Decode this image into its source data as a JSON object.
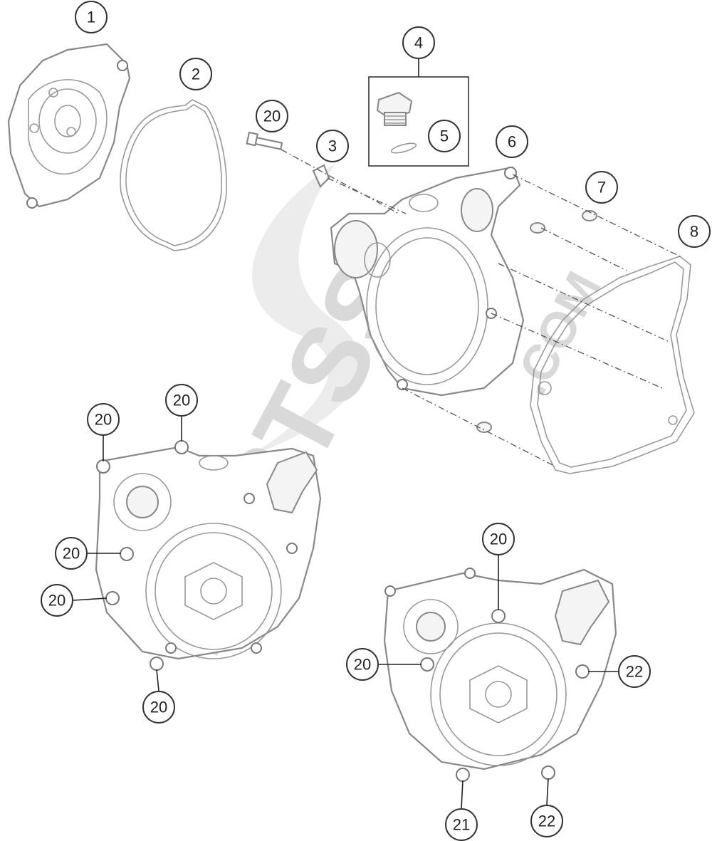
{
  "watermark": {
    "brand": "PARTSS",
    "suffix": ".COM"
  },
  "callouts": [
    {
      "id": "c1",
      "label": "1"
    },
    {
      "id": "c2",
      "label": "2"
    },
    {
      "id": "c3",
      "label": "3"
    },
    {
      "id": "c4",
      "label": "4"
    },
    {
      "id": "c5",
      "label": "5"
    },
    {
      "id": "c6",
      "label": "6"
    },
    {
      "id": "c7",
      "label": "7"
    },
    {
      "id": "c8",
      "label": "8"
    },
    {
      "id": "c20a",
      "label": "20"
    },
    {
      "id": "c20b",
      "label": "20"
    },
    {
      "id": "c20c",
      "label": "20"
    },
    {
      "id": "c20d",
      "label": "20"
    },
    {
      "id": "c20e",
      "label": "20"
    },
    {
      "id": "c20f",
      "label": "20"
    },
    {
      "id": "c20g",
      "label": "20"
    },
    {
      "id": "c20h",
      "label": "20"
    },
    {
      "id": "c21",
      "label": "21"
    },
    {
      "id": "c22a",
      "label": "22"
    },
    {
      "id": "c22b",
      "label": "22"
    }
  ]
}
